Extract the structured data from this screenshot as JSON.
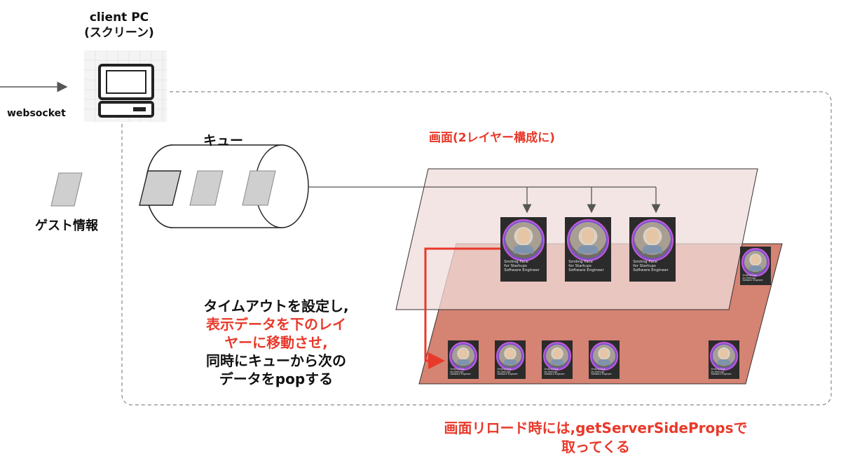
{
  "client": {
    "title_line1": "client PC",
    "title_line2": "(スクリーン)"
  },
  "websocket_label": "websocket",
  "queue_label": "キュー",
  "guest_info_label": "ゲスト情報",
  "screen_label": "画面(2レイヤー構成に)",
  "timeout_text": {
    "line1": "タイムアウトを設定し,",
    "line2": "表示データを下のレイ",
    "line3": "ヤーに移動させ,",
    "line4": "同時にキューから次の",
    "line5": "データをpopする"
  },
  "reload_text": {
    "line1": "画面リロード時には,getServerSidePropsで",
    "line2": "取ってくる"
  },
  "card": {
    "line1": "Smiling Face",
    "line2": "for Startups",
    "line3": "Software Engineer"
  },
  "colors": {
    "accent_red": "#e8392a",
    "upper_layer": "#efdcdb",
    "lower_layer": "#d58372",
    "card_bg": "#2b2b2b",
    "ring": "#c45ad8"
  }
}
